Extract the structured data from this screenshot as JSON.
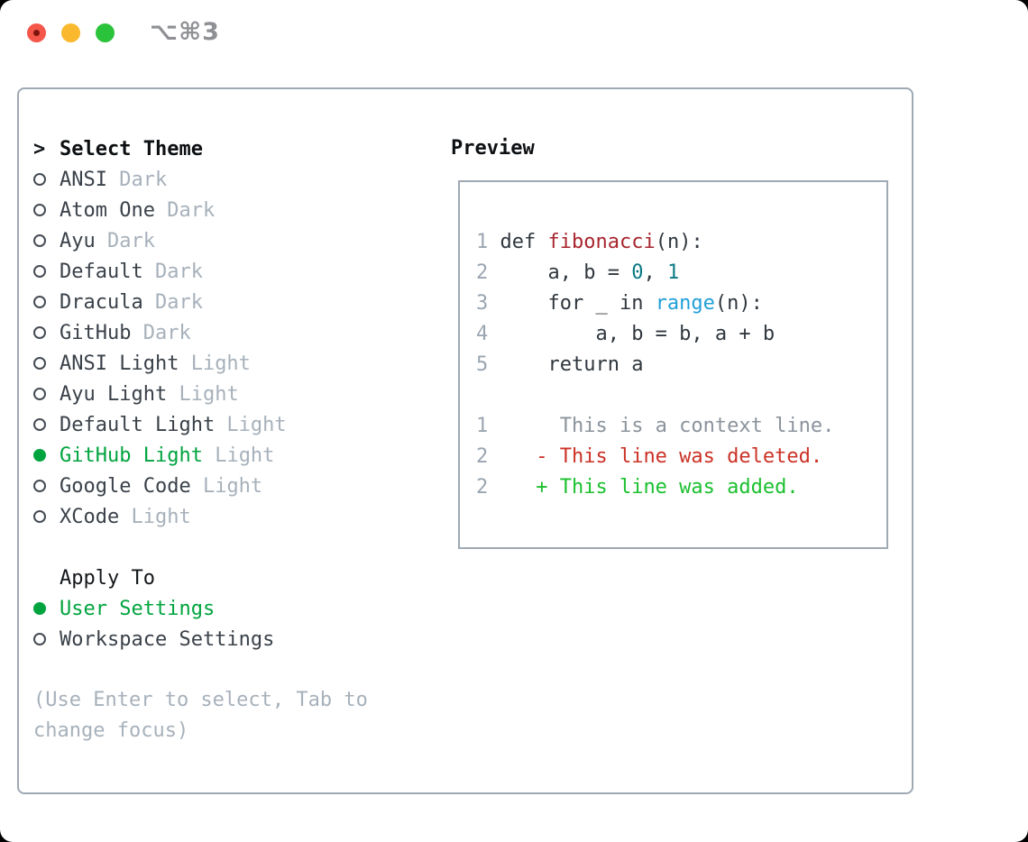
{
  "window": {
    "shortcut": "⌥⌘3",
    "traffic_lights": [
      "close",
      "minimize",
      "zoom"
    ]
  },
  "theme_panel": {
    "cursor": ">",
    "header": "Select Theme",
    "themes": [
      {
        "name": "ANSI",
        "variant": "Dark",
        "selected": false
      },
      {
        "name": "Atom One",
        "variant": "Dark",
        "selected": false
      },
      {
        "name": "Ayu",
        "variant": "Dark",
        "selected": false
      },
      {
        "name": "Default",
        "variant": "Dark",
        "selected": false
      },
      {
        "name": "Dracula",
        "variant": "Dark",
        "selected": false
      },
      {
        "name": "GitHub",
        "variant": "Dark",
        "selected": false
      },
      {
        "name": "ANSI Light",
        "variant": "Light",
        "selected": false
      },
      {
        "name": "Ayu Light",
        "variant": "Light",
        "selected": false
      },
      {
        "name": "Default Light",
        "variant": "Light",
        "selected": false
      },
      {
        "name": "GitHub Light",
        "variant": "Light",
        "selected": true
      },
      {
        "name": "Google Code",
        "variant": "Light",
        "selected": false
      },
      {
        "name": "XCode",
        "variant": "Light",
        "selected": false
      }
    ],
    "apply_to": {
      "header": "Apply To",
      "options": [
        {
          "name": "User Settings",
          "selected": true
        },
        {
          "name": "Workspace Settings",
          "selected": false
        }
      ]
    },
    "help_text": "(Use Enter to select, Tab to change focus)"
  },
  "preview_panel": {
    "header": "Preview",
    "lines": [
      {
        "segments": [
          [
            "ln",
            "1"
          ],
          [
            "pl",
            " def "
          ],
          [
            "fn",
            "fibonacci"
          ],
          [
            "pl",
            "(n):"
          ]
        ]
      },
      {
        "segments": [
          [
            "ln",
            "2"
          ],
          [
            "pl",
            "     a, b = "
          ],
          [
            "nm",
            "0"
          ],
          [
            "pl",
            ", "
          ],
          [
            "nm",
            "1"
          ]
        ]
      },
      {
        "segments": [
          [
            "ln",
            "3"
          ],
          [
            "pl",
            "     for _ in "
          ],
          [
            "bi",
            "range"
          ],
          [
            "pl",
            "(n):"
          ]
        ]
      },
      {
        "segments": [
          [
            "ln",
            "4"
          ],
          [
            "pl",
            "         a, b = b, a + b"
          ]
        ]
      },
      {
        "segments": [
          [
            "ln",
            "5"
          ],
          [
            "pl",
            "     return a"
          ]
        ]
      },
      {
        "segments": []
      },
      {
        "segments": [
          [
            "ln",
            "1"
          ],
          [
            "cx",
            "      This is a context line."
          ]
        ]
      },
      {
        "segments": [
          [
            "ln",
            "2"
          ],
          [
            "pl",
            "    "
          ],
          [
            "dl",
            "- This line was deleted."
          ]
        ]
      },
      {
        "segments": [
          [
            "ln",
            "2"
          ],
          [
            "pl",
            "    "
          ],
          [
            "ad",
            "+ This line was added."
          ]
        ]
      }
    ],
    "token_legend": {
      "ln": "line-number",
      "pl": "plain-code",
      "fn": "function-name",
      "nm": "number-literal",
      "bi": "builtin-call",
      "cx": "diff-context",
      "dl": "diff-deleted",
      "ad": "diff-added"
    }
  },
  "colors": {
    "selection_green": "#00a43e",
    "diff_added_green": "#1cc02f",
    "diff_deleted_red": "#cb3226",
    "function_red": "#a8262e",
    "number_teal": "#0b7a85",
    "builtin_blue": "#219fd7",
    "muted_gray": "#a7b1bb",
    "border_gray": "#9fa9b3",
    "traffic_red": "#f5564a",
    "traffic_yellow": "#f9b82d",
    "traffic_green": "#2cc33c"
  }
}
